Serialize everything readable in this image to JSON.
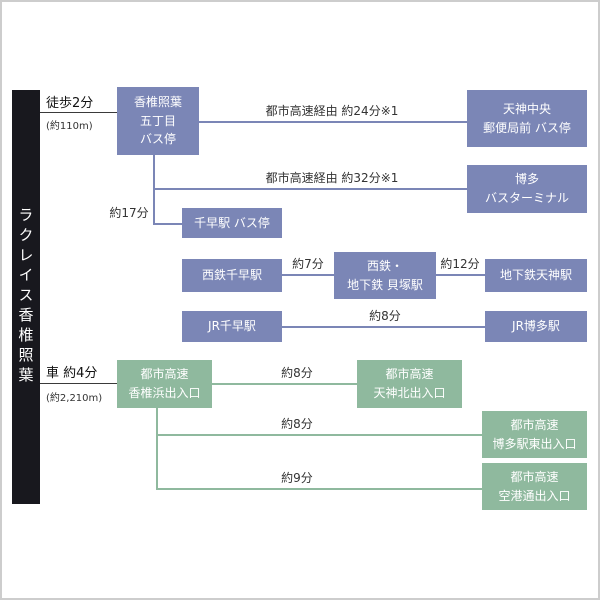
{
  "property": {
    "name": "ラクレイス香椎照葉"
  },
  "access": {
    "walk": {
      "mode": "徒歩2分",
      "distance": "(約110m)"
    },
    "car": {
      "mode": "車 約4分",
      "distance": "(約2,210m)"
    }
  },
  "colors": {
    "bus_train": "#7b86b6",
    "highway": "#8fb99e",
    "property_bar": "#18181e"
  },
  "bus_train": {
    "nodes": {
      "teriha_bus_stop": "香椎照葉\n五丁目\nバス停",
      "tenjin_post_office": "天神中央\n郵便局前 バス停",
      "hakata_bus_terminal": "博多\nバスターミナル",
      "chihaya_bus_stop": "千早駅 バス停",
      "nishitetsu_chihaya": "西鉄千早駅",
      "kaizuka": "西鉄・\n地下鉄 貝塚駅",
      "subway_tenjin": "地下鉄天神駅",
      "jr_chihaya": "JR千早駅",
      "jr_hakata": "JR博多駅"
    },
    "labels": {
      "to_tenjin_post": "都市高速経由 約24分※1",
      "to_hakata_terminal": "都市高速経由 約32分※1",
      "to_chihaya": "約17分",
      "to_kaizuka": "約7分",
      "to_subway_tenjin": "約12分",
      "to_jr_hakata": "約8分"
    }
  },
  "highway": {
    "nodes": {
      "kashiihama": "都市高速\n香椎浜出入口",
      "tenjinkita": "都市高速\n天神北出入口",
      "hakataekihigashi": "都市高速\n博多駅東出入口",
      "kukodori": "都市高速\n空港通出入口"
    },
    "labels": {
      "to_tenjinkita": "約8分",
      "to_hakataekihigashi": "約8分",
      "to_kukodori": "約9分"
    }
  }
}
